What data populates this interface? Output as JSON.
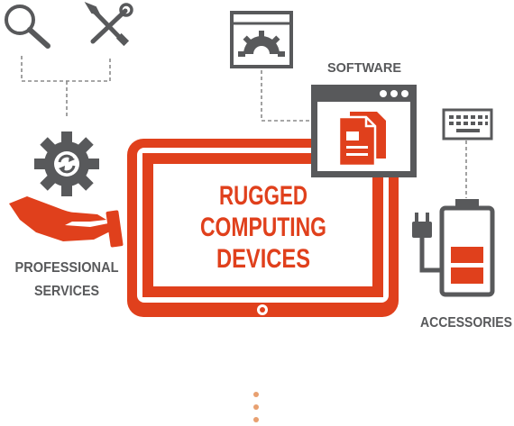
{
  "center": {
    "line1": "RUGGED",
    "line2": "COMPUTING",
    "line3": "DEVICES"
  },
  "labels": {
    "software": "SOFTWARE",
    "professional_line1": "PROFESSIONAL",
    "professional_line2": "SERVICES",
    "accessories": "ACCESSORIES"
  },
  "colors": {
    "accent": "#e0401c",
    "gray": "#58595b",
    "light_gray": "#9a9a9a"
  },
  "icons": [
    "search-icon",
    "tools-icon",
    "gear-refresh-icon",
    "hand-icon",
    "browser-gear-icon",
    "software-window-icon",
    "document-icon",
    "keyboard-icon",
    "plug-icon",
    "battery-icon",
    "tablet-icon"
  ]
}
